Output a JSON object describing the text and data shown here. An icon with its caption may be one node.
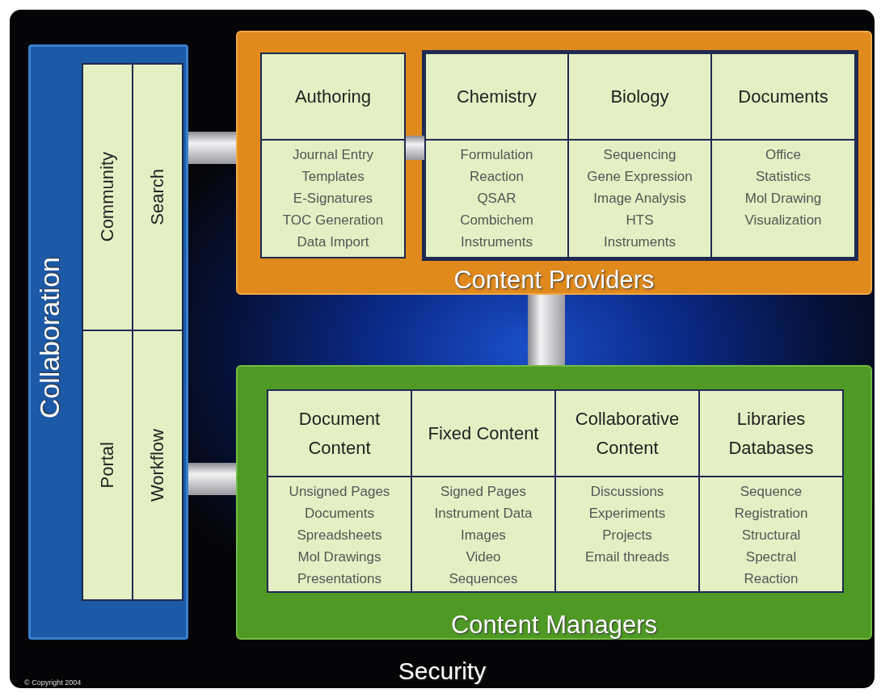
{
  "diagram": {
    "nodes": [
      {
        "text": [
          "Security"
        ]
      },
      {
        "text": [
          "Collaboration"
        ],
        "in": 0
      },
      {
        "text": [
          "Community"
        ],
        "in": 1
      },
      {
        "text": [
          "Search"
        ],
        "in": 1
      },
      {
        "text": [
          "Portal"
        ],
        "in": 1
      },
      {
        "text": [
          "Workflow"
        ],
        "in": 1
      },
      {
        "text": [
          "Content Providers"
        ],
        "in": 0
      },
      {
        "text": [
          "Authoring",
          "Journal Entry",
          "Templates",
          "E-Signatures",
          "TOC Generation",
          "Data Import"
        ],
        "in": 6
      },
      {
        "text": [
          "Chemistry",
          "Formulation",
          "Reaction",
          "QSAR",
          "Combichem",
          "Instruments"
        ],
        "in": 6
      },
      {
        "text": [
          "Biology",
          "Sequencing",
          "Gene Expression",
          "Image Analysis",
          "HTS",
          "Instruments"
        ],
        "in": 6
      },
      {
        "text": [
          "Documents",
          "Office",
          "Statistics",
          "Mol Drawing",
          "Visualization"
        ],
        "in": 6
      },
      {
        "text": [
          "Content Managers"
        ],
        "in": 0
      },
      {
        "text": [
          "Document Content",
          "Unsigned Pages",
          "Documents",
          "Spreadsheets",
          "Mol Drawings",
          "Presentations"
        ],
        "in": 11
      },
      {
        "text": [
          "Fixed Content",
          "Signed Pages",
          "Instrument Data",
          "Images",
          "Video",
          "Sequences"
        ],
        "in": 11
      },
      {
        "text": [
          "Collaborative Content",
          "Discussions",
          "Experiments",
          "Projects",
          "Email threads"
        ],
        "in": 11
      },
      {
        "text": [
          "Libraries Databases",
          "Sequence",
          "Registration",
          "Structural",
          "Spectral",
          "Reaction"
        ],
        "in": 11
      }
    ],
    "edges": [
      {
        "from": 1,
        "to": 6,
        "arrow": "none"
      },
      {
        "from": 1,
        "to": 11,
        "arrow": "none"
      },
      {
        "from": 6,
        "to": 11,
        "arrow": "none"
      },
      {
        "from": 7,
        "to": 8,
        "arrow": "none"
      }
    ],
    "labels": [
      "© Copyright 2004"
    ]
  }
}
